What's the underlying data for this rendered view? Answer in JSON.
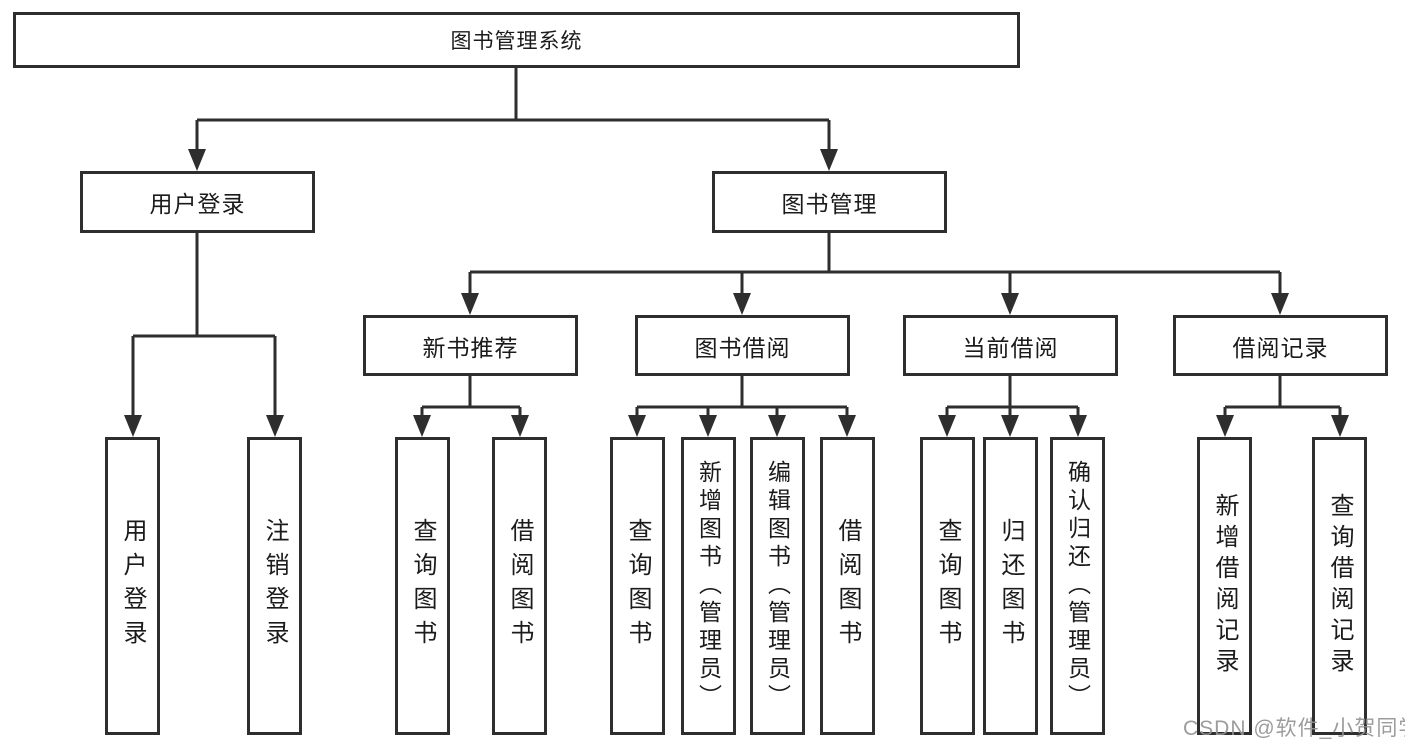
{
  "diagram": {
    "title": "图书管理系统",
    "nodes": {
      "root": "图书管理系统",
      "level2": [
        "用户登录",
        "图书管理"
      ],
      "level3": [
        "新书推荐",
        "图书借阅",
        "当前借阅",
        "借阅记录"
      ],
      "leaves": [
        "用户登录",
        "注销登录",
        "查询图书",
        "借阅图书",
        "查询图书",
        "新增图书（管理员）",
        "编辑图书（管理员）",
        "借阅图书",
        "查询图书",
        "归还图书",
        "确认归还（管理员）",
        "新增借阅记录",
        "查询借阅记录"
      ]
    },
    "colors": {
      "line": "#2e2e2e",
      "box_border": "#2e2e2e",
      "box_background": "#ffffff",
      "text": "#1b1b1b",
      "watermark_text": "#949494"
    }
  },
  "watermark": "CSDN @软件_小贺同学"
}
